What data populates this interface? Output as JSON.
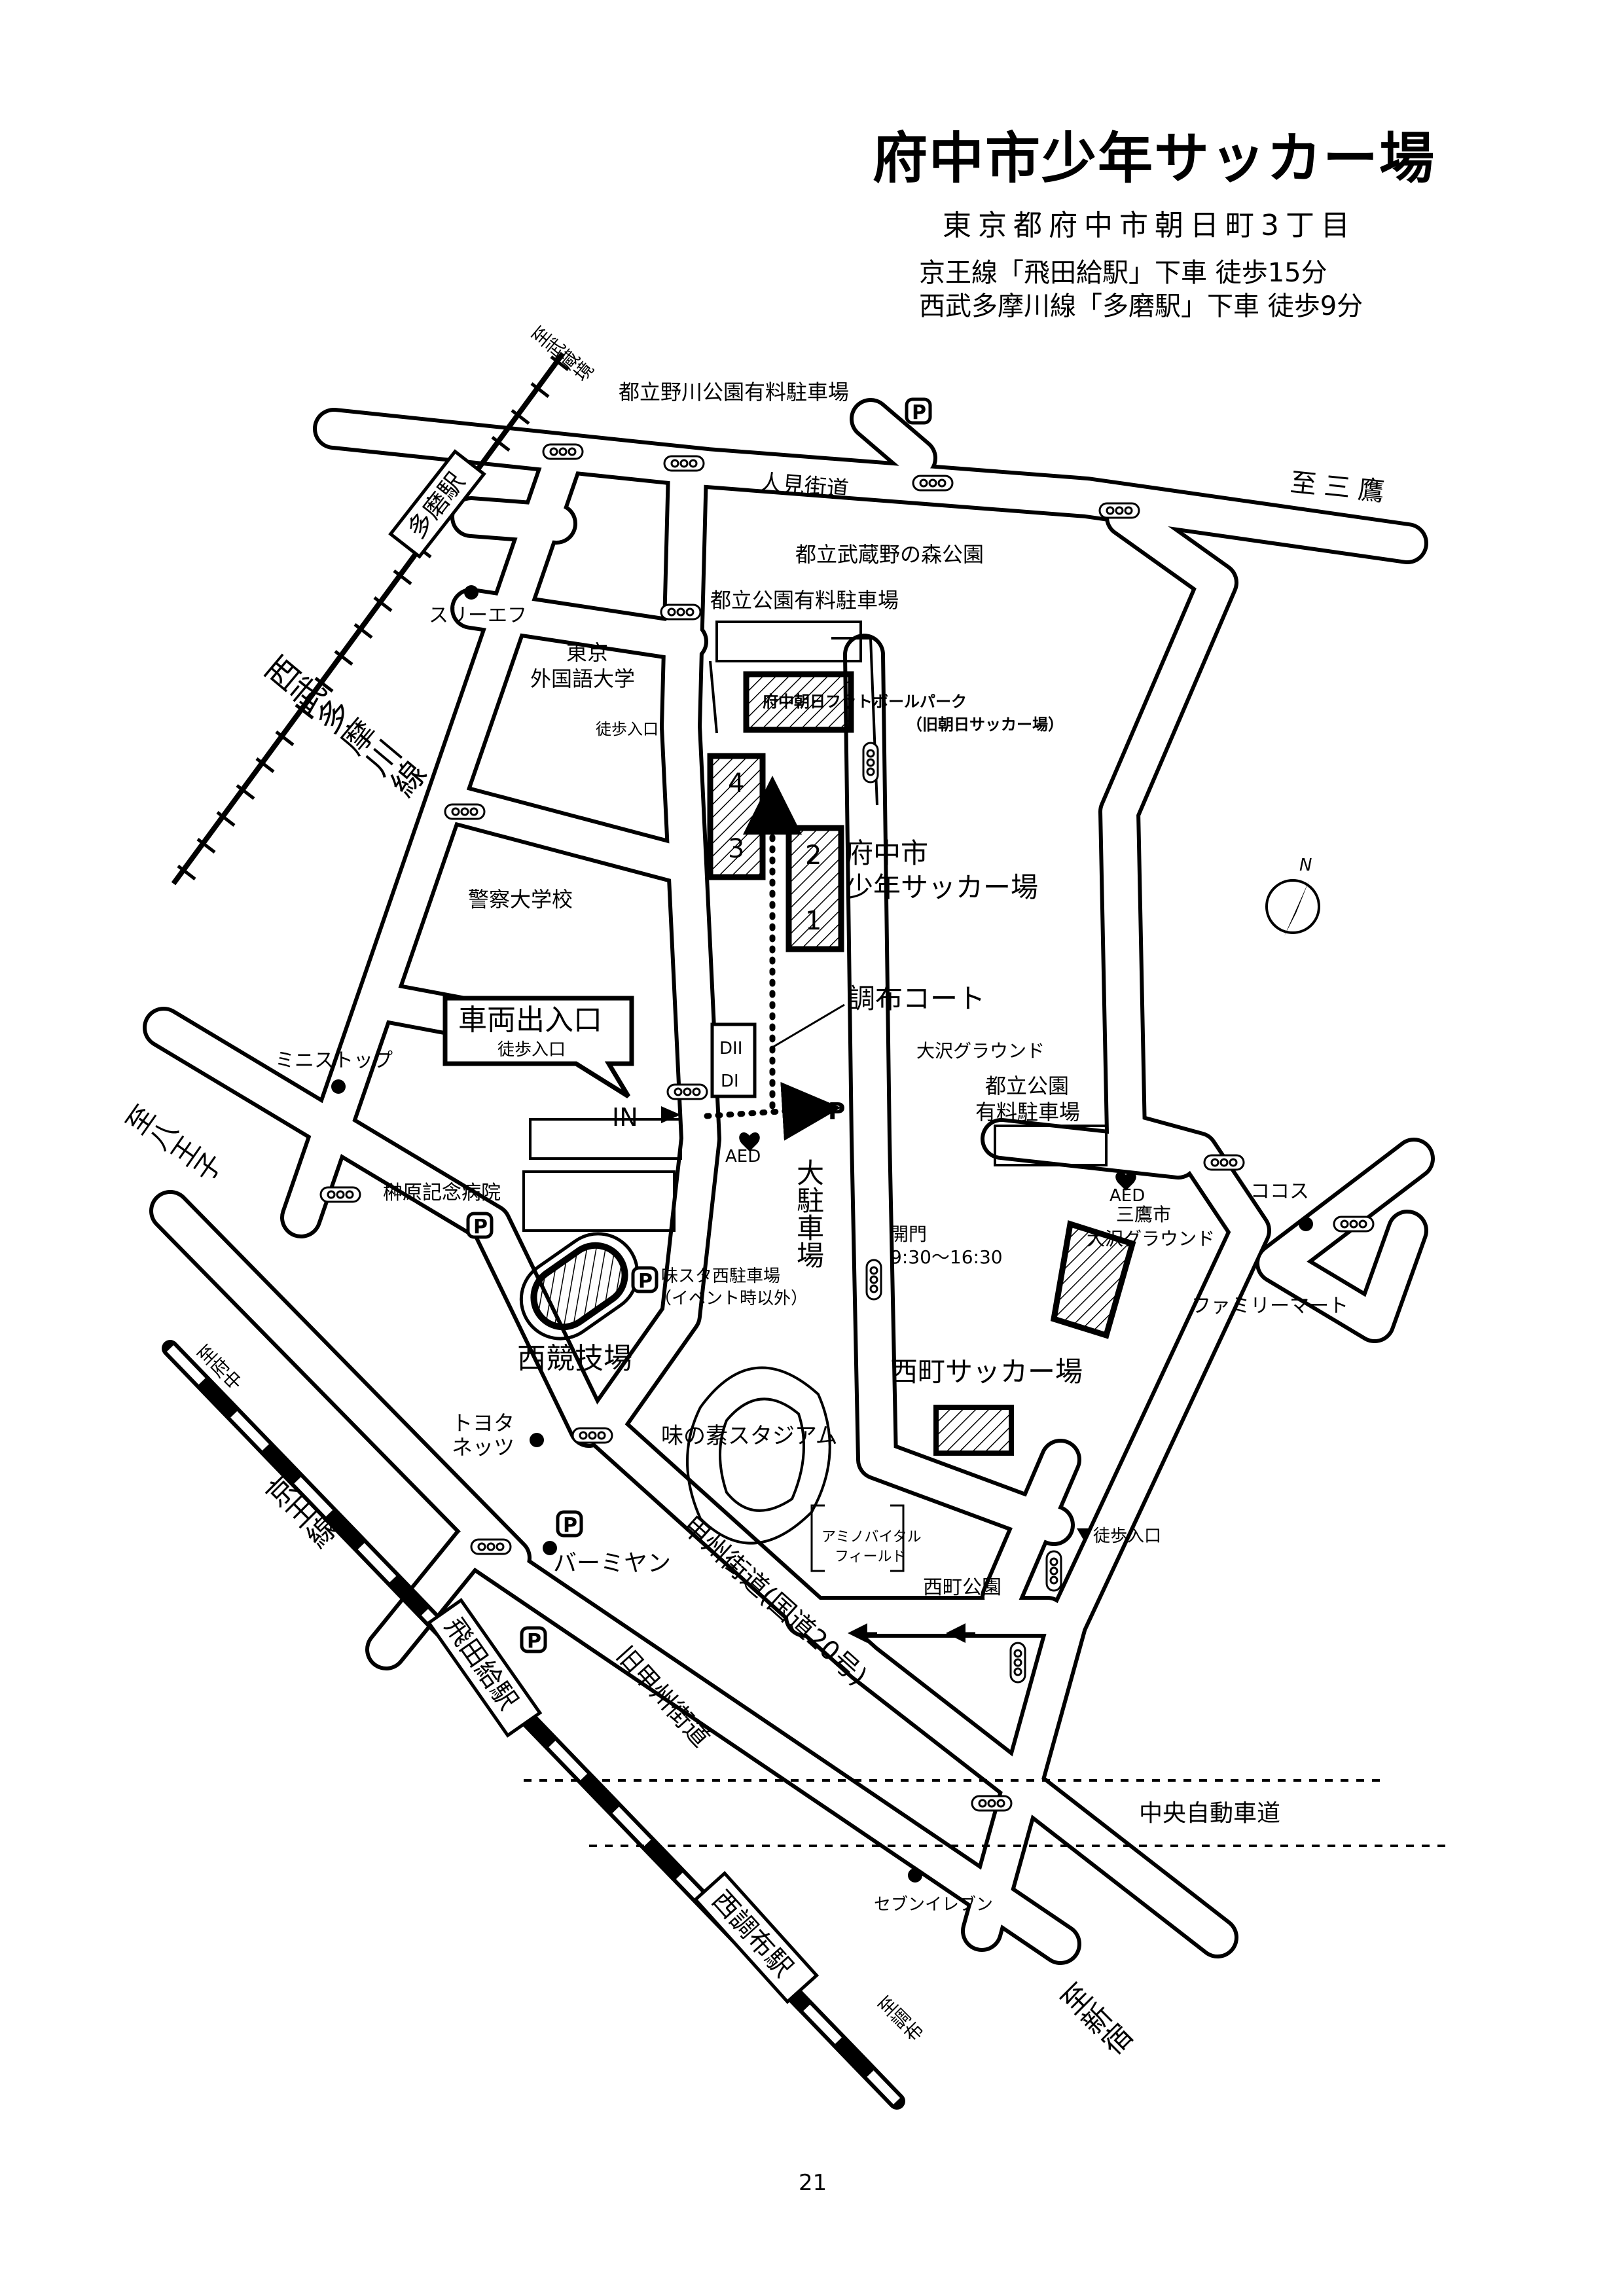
{
  "header": {
    "title": "府中市少年サッカー場",
    "address": "東京都府中市朝日町3丁目",
    "access_keio": "京王線「飛田給駅」下車 徒歩15分",
    "access_seibu": "西武多摩川線「多磨駅」下車 徒歩9分"
  },
  "map": {
    "dir_musashisakai": "至武蔵境",
    "station_tama": "多磨駅",
    "line_seibu": "西武多摩川線",
    "p_noukawa": "都立野川公園有料駐車場",
    "road_hitomi": "人見街道",
    "dir_mitaka": "至三鷹",
    "park_musashinomori": "都立武蔵野の森公園",
    "shop_three_f": "スリーエフ",
    "p_park": "都立公園有料駐車場",
    "univ_tufs_1": "東京",
    "univ_tufs_2": "外国語大学",
    "walk_entrance_1": "徒歩入口",
    "football_park_1": "府中朝日フットボールパーク",
    "football_park_2": "（旧朝日サッカー場）",
    "field_4": "4",
    "field_3": "3",
    "field_2": "2",
    "field_1": "1",
    "venue_1": "府中市",
    "venue_2": "少年サッカー場",
    "police_academy": "警察大学校",
    "chofu_court": "調布コート",
    "entrance_box": "車両出入口",
    "entrance_walk": "徒歩入口",
    "court_d2": "DII",
    "court_d1": "DI",
    "in_label": "IN",
    "p_symbol": "P",
    "big_parking": "大駐車場",
    "aed": "AED",
    "shop_ministop": "ミニストップ",
    "dir_hachioji": "至八王子",
    "hospital": "榊原記念病院",
    "p_ajista_1": "味スタ西駐車場",
    "p_ajista_2": "（イベント時以外）",
    "gate_1": "開門",
    "gate_2": "9:30～16:30",
    "osawa_ground": "大沢グラウンド",
    "p_metro_1": "都立公園",
    "p_metro_2": "有料駐車場",
    "aed2": "AED",
    "cocos": "ココス",
    "mitaka_1": "三鷹市",
    "mitaka_2": "大沢グラウンド",
    "familymart": "ファミリーマート",
    "velodrome": "西競技場",
    "nishimachi_soccer": "西町サッカー場",
    "toyota_1": "トヨタ",
    "toyota_2": "ネッツ",
    "ajinomoto_stadium": "味の素スタジアム",
    "dir_fuchu": "至府中",
    "line_keio": "京王線",
    "bamiyan": "バーミヤン",
    "koshu_kaido": "甲州街道(国道20号)",
    "amino_1": "アミノバイタル",
    "amino_2": "フィールド",
    "walk_entrance_3": "徒歩入口",
    "nishimachi_park": "西町公園",
    "station_tobitakyu": "飛田給駅",
    "old_koshu": "旧甲州街道",
    "chuo_expressway": "中央自動車道",
    "seven_eleven": "セブンイレブン",
    "station_nishichofu": "西調布駅",
    "dir_chofu": "至調布",
    "dir_shinjuku": "至新宿",
    "north": "N"
  },
  "footer": {
    "page_number": "21"
  }
}
